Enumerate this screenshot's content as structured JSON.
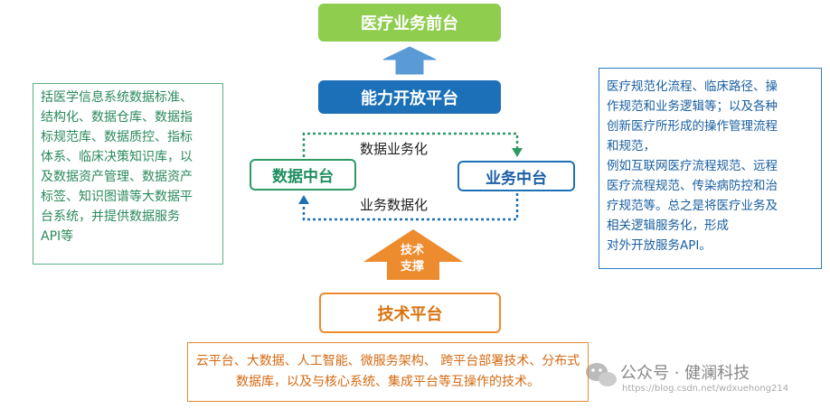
{
  "boxes": {
    "front": "医疗业务前台",
    "open_platform": "能力开放平台",
    "data_center": "数据中台",
    "biz_center": "业务中台",
    "tech_platform": "技术平台"
  },
  "flow": {
    "top_label": "数据业务化",
    "bottom_label": "业务数据化"
  },
  "support": {
    "line1": "技术",
    "line2": "支撑"
  },
  "left_text": [
    "括医学信息系统数据标准、",
    "结构化、数据仓库、数据指",
    "标规范库、数据质控、指标",
    "体系、临床决策知识库，以",
    "及数据资产管理、数据资产",
    "标签、知识图谱等大数据平",
    "台系统，并提供数据服务",
    "API等"
  ],
  "right_text": [
    "医疗规范化流程、临床路径、操",
    "作规范和业务逻辑等；以及各种",
    "创新医疗所形成的操作管理流程",
    "和规范，",
    "例如互联网医疗流程规范、远程",
    "医疗流程规范、传染病防控和治",
    "疗规范等。总之是将医疗业务及",
    "相关逻辑服务化，形成",
    "对外开放服务API。"
  ],
  "bottom_text": [
    "云平台、大数据、人工智能、微服务架构、 跨平台部署技术、分布式",
    "数据库，以及与核心系统、集成平台等互操作的技术。"
  ],
  "watermark": {
    "main": "公众号 · 健澜科技",
    "url": "https://blog.csdn.net/wdxuehong214"
  },
  "colors": {
    "green_fill": "#8fcd4f",
    "blue_fill": "#1b70b8",
    "arrow_blue": "#5b9bd5",
    "orange": "#ed8b2f",
    "teal": "#2e9a64"
  }
}
